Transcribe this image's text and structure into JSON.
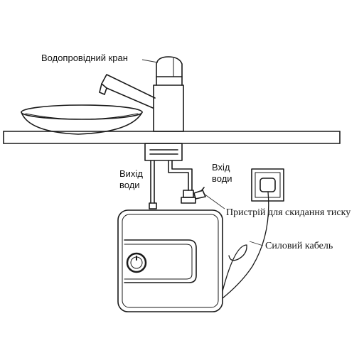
{
  "labels": {
    "faucet": "Водопровідний кран",
    "water_out_line1": "Вихід",
    "water_out_line2": "води",
    "water_in_line1": "Вхід",
    "water_in_line2": "води",
    "pressure_relief": "Пристрій для скидання тиску",
    "power_cable": "Силовий кабель"
  },
  "colors": {
    "stroke": "#1a1a1a",
    "line": "#333333",
    "background": "#ffffff"
  }
}
